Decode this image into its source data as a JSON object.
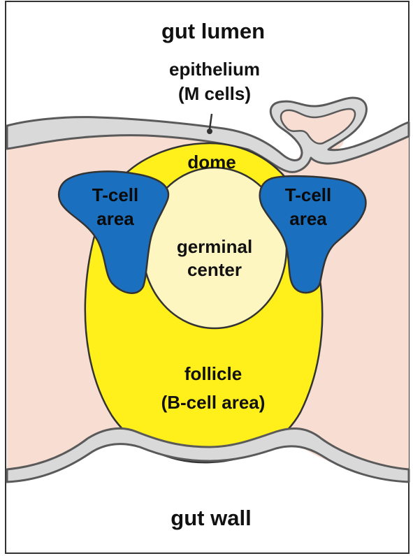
{
  "labels": {
    "gut_lumen": "gut lumen",
    "epithelium": "epithelium",
    "m_cells": "(M cells)",
    "dome": "dome",
    "t_cell_left_line1": "T-cell",
    "t_cell_left_line2": "area",
    "t_cell_right_line1": "T-cell",
    "t_cell_right_line2": "area",
    "germinal_line1": "germinal",
    "germinal_line2": "center",
    "follicle_line1": "follicle",
    "follicle_line2": "(B-cell area)",
    "gut_wall": "gut wall"
  },
  "colors": {
    "tissue": "#f7ddd2",
    "epithelium": "#d9d9d9",
    "epithelium_outline": "#5a5a5a",
    "follicle": "#ffef1a",
    "germinal_center": "#fdf6c0",
    "t_cell_area": "#1a6fbf",
    "frame": "#333333"
  }
}
